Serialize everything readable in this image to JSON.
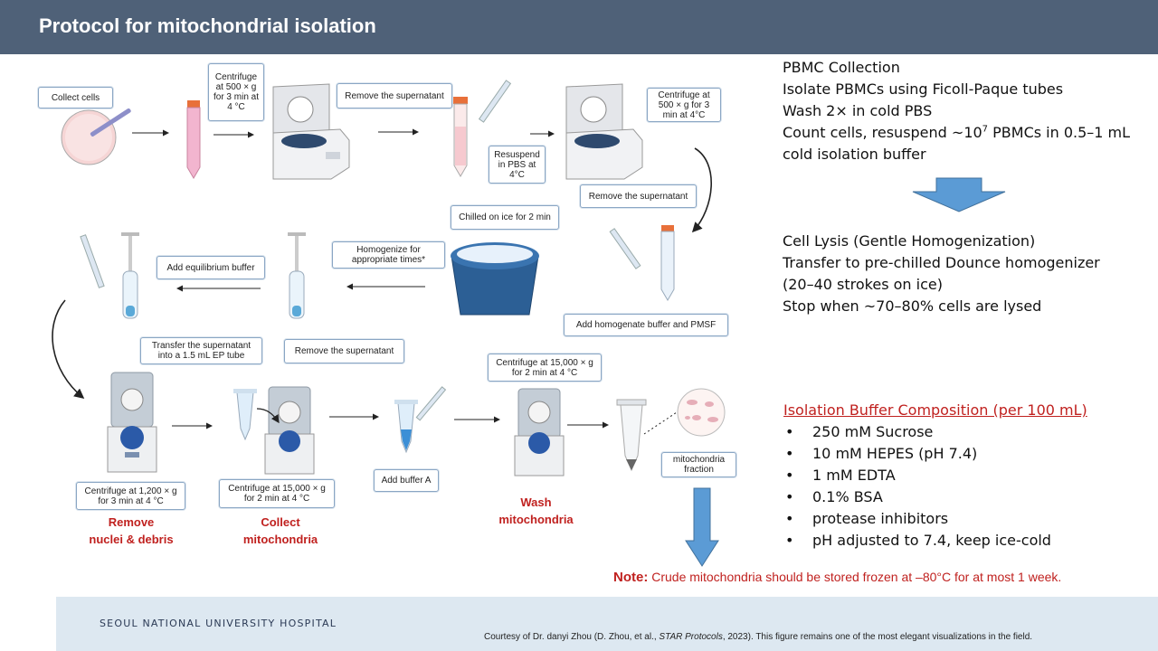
{
  "header": {
    "title": "Protocol for mitochondrial isolation"
  },
  "steps": {
    "collect": "Collect cells",
    "centrifuge1": "Centrifuge at 500 × g for 3 min at 4 °C",
    "remove1": "Remove the supernatant",
    "resuspend": "Resuspend in PBS at 4°C",
    "centrifuge2": "Centrifuge at 500 × g for 3 min at 4°C",
    "remove2": "Remove the supernatant",
    "chilled": "Chilled on ice for 2 min",
    "homogenize": "Homogenize for appropriate times*",
    "equilibrium": "Add equilibrium buffer",
    "homogenate": "Add  homogenate buffer and PMSF",
    "transfer": "Transfer the supernatant into a 1.5 mL EP tube",
    "remove3": "Remove the supernatant",
    "centrifuge4": "Centrifuge at 15,000 × g for 2 min at 4 °C",
    "centrifuge5": "Centrifuge at 1,200 × g for 3 min at 4 °C",
    "centrifuge6": "Centrifuge at 15,000 × g for 2 min at 4 °C",
    "bufferA": "Add  buffer A",
    "fraction": "mitochondria fraction"
  },
  "labels": {
    "remove_nuclei": "Remove\nnuclei & debris",
    "collect_mito": "Collect\nmitochondria",
    "wash_mito": "Wash\nmitochondria"
  },
  "section1": {
    "lines": [
      "PBMC Collection",
      "Isolate PBMCs using Ficoll-Paque tubes",
      "Wash 2× in cold PBS"
    ],
    "count_prefix": "Count cells, resuspend ~10",
    "count_sup": "7",
    "count_suffix": " PBMCs in 0.5–1 mL",
    "count_line2": "cold isolation buffer"
  },
  "section2": {
    "lines": [
      "Cell Lysis (Gentle Homogenization)",
      "Transfer to pre-chilled Dounce homogenizer",
      "(20–40 strokes on ice)",
      "Stop when ~70–80% cells are lysed"
    ]
  },
  "buffer": {
    "heading": "Isolation Buffer Composition (per 100 mL)",
    "bullet": "•",
    "items": [
      "250 mM Sucrose",
      "10 mM HEPES (pH 7.4)",
      "1 mM EDTA",
      "0.1% BSA",
      "protease inhibitors",
      "pH adjusted to 7.4, keep ice-cold"
    ]
  },
  "note": {
    "label": "Note:",
    "text": " Crude mitochondria should be stored frozen at –80°C for at most 1 week."
  },
  "footer": {
    "institution": "SEOUL NATIONAL UNIVERSITY HOSPITAL",
    "courtesy_prefix": "Courtesy of Dr. danyi Zhou (D. Zhou, et al., ",
    "courtesy_journal": "STAR Protocols",
    "courtesy_suffix": ", 2023). This figure remains one of the most elegant visualizations in the field."
  },
  "colors": {
    "header": "#4f6178",
    "accent_red": "#c0211f",
    "footer": "#dde8f1",
    "down_arrow": "#5b9bd5"
  }
}
